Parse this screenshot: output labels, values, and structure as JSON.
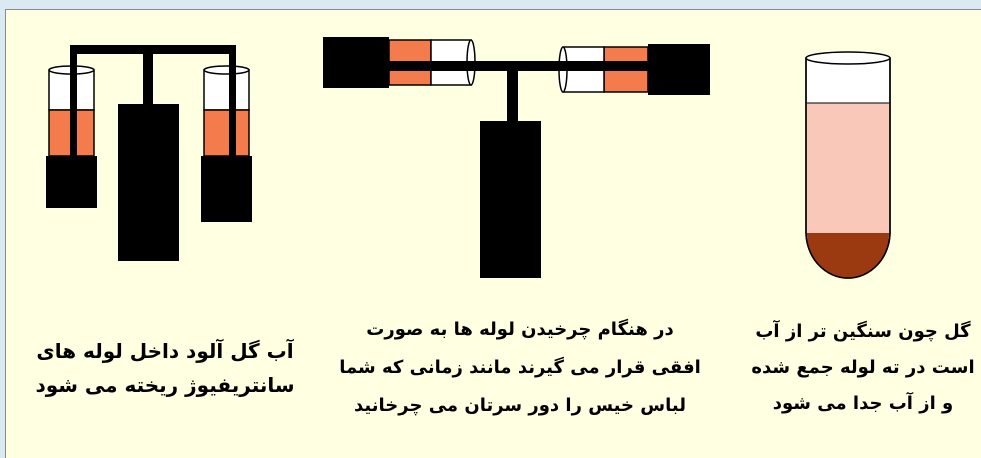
{
  "colors": {
    "background": "#ffffe1",
    "outer_background": "#dbe9f3",
    "device": "#000000",
    "mud_water": "#f47b4b",
    "light_liquid": "#f9c8b8",
    "sediment": "#9b3a10"
  },
  "captions": {
    "left": {
      "line1": "آب گل آلود داخل لوله های",
      "line2": "سانتریفیوژ ریخته می شود"
    },
    "middle": {
      "line1": "در هنگام چرخیدن لوله ها به صورت",
      "line2": "افقی قرار می گیرند مانند زمانی که شما",
      "line3": "لباس خیس را دور سرتان می چرخانید"
    },
    "right": {
      "line1": "گل چون سنگین تر از آب",
      "line2": "است در ته لوله جمع شده",
      "line3": "و از آب جدا می شود"
    }
  }
}
